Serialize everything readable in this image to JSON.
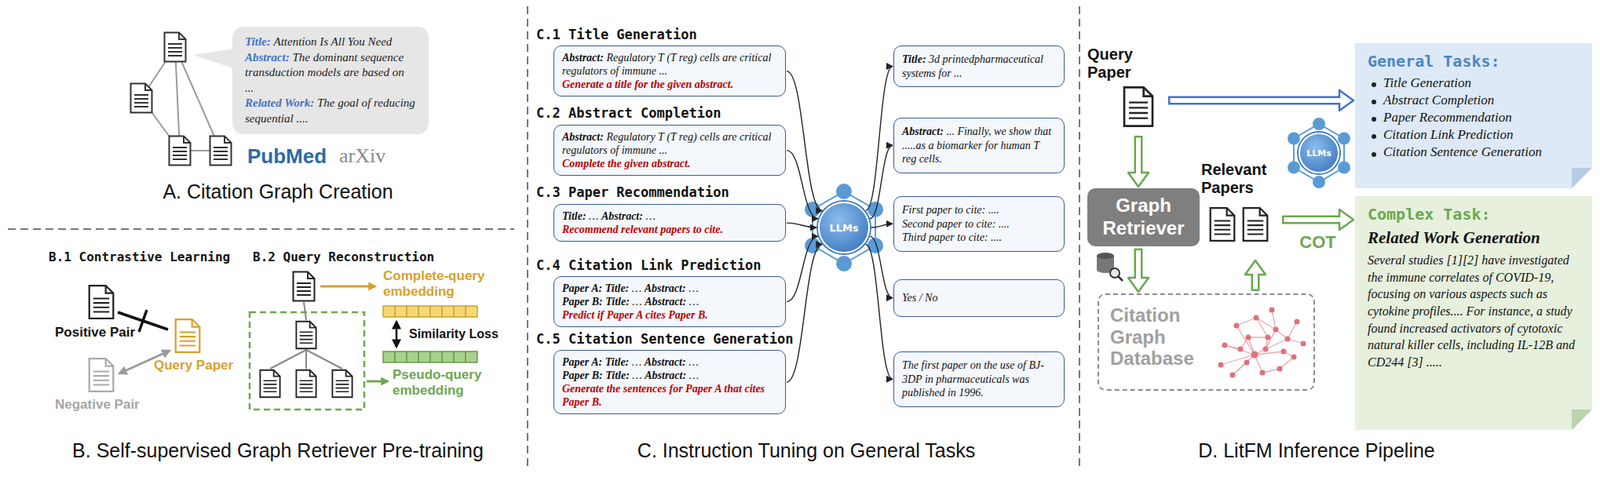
{
  "diagram": {
    "nodes": [
      {
        "text": [
          "Title:",
          "Attention Is All You Need",
          "Abstract:",
          "The dominant sequence transduction models are based on ...",
          "Related Work:",
          "The goal of reducing sequential ...."
        ]
      },
      {
        "text": [
          "Abstract:",
          "Regulatory T (T reg) cells are critical regulators of immune ...",
          "Generate a title for the given abstract."
        ]
      },
      {
        "text": [
          "Abstract:",
          "Regulatory T (T reg) cells are critical regulators of immune ...",
          "Complete the given abstract."
        ]
      },
      {
        "text": [
          "Title:",
          "…",
          "Abstract:",
          "…",
          "Recommend relevant papers to cite."
        ]
      },
      {
        "text": [
          "Paper A:",
          "Title:",
          "…",
          "Abstract:",
          "…",
          "Paper B:",
          "Title:",
          "…",
          "Abstract:",
          "…",
          "Predict if Paper A cites Paper B."
        ]
      },
      {
        "text": [
          "Paper A:",
          "Title:",
          "…",
          "Abstract:",
          "…",
          "Paper B:",
          "Title:",
          "…",
          "Abstract:",
          "…",
          "Generate the sentences for Paper A that cites Paper B."
        ]
      },
      {
        "text": [
          "LLMs"
        ]
      },
      {
        "text": [
          "Title:",
          "3d printedpharmaceutical systems for ..."
        ]
      },
      {
        "text": [
          "Abstract:",
          "... Finally, we show that .....as a biomarker for human T reg cells."
        ]
      },
      {
        "text": [
          "First paper to cite: ....",
          "Second paper to cite: ....",
          "Third paper to cite: ...."
        ]
      },
      {
        "text": [
          "Yes / No"
        ]
      },
      {
        "text": [
          "The first paper on the use of BJ-3DP in pharmaceuticals was published in 1996."
        ]
      },
      {
        "text": [
          "Query Paper"
        ]
      },
      {
        "text": [
          "General Tasks:",
          "Title Generation",
          "Abstract Completion",
          "Paper Recommendation",
          "Citation Link Prediction",
          "Citation Sentence Generation"
        ]
      },
      {
        "text": [
          "LLMs"
        ]
      },
      {
        "text": [
          "Graph Retriever"
        ]
      },
      {
        "text": [
          "Relevant Papers"
        ]
      },
      {
        "text": [
          "Citation Graph Database"
        ]
      },
      {
        "text": [
          "Complex Task:",
          "Related Work Generation",
          "Several studies [1][2] have investigated the immune correlates of COVID-19, focusing on various aspects such as cytokine profiles.... For instance, a study found increased activators of cytotoxic natural killer cells, including IL-12B and CD244 [3] ....."
        ]
      }
    ],
    "edges": [
      {
        "from": 1,
        "to": 6,
        "arrow": "to"
      },
      {
        "from": 2,
        "to": 6,
        "arrow": "to"
      },
      {
        "from": 3,
        "to": 6,
        "arrow": "to"
      },
      {
        "from": 4,
        "to": 6,
        "arrow": "to"
      },
      {
        "from": 5,
        "to": 6,
        "arrow": "to"
      },
      {
        "from": 6,
        "to": 7,
        "arrow": "to"
      },
      {
        "from": 6,
        "to": 8,
        "arrow": "to"
      },
      {
        "from": 6,
        "to": 9,
        "arrow": "to"
      },
      {
        "from": 6,
        "to": 10,
        "arrow": "to"
      },
      {
        "from": 6,
        "to": 11,
        "arrow": "to"
      },
      {
        "from": 12,
        "to": 13,
        "arrow": "to"
      },
      {
        "from": 12,
        "to": 15,
        "arrow": "to"
      },
      {
        "from": 15,
        "to": 17,
        "arrow": "to"
      },
      {
        "from": 17,
        "to": 16,
        "arrow": "to"
      },
      {
        "from": 16,
        "to": 18,
        "label": "COT",
        "arrow": "to"
      }
    ],
    "labels": [
      "PubMed",
      "arXiv",
      "A. Citation Graph Creation",
      "B.1 Contrastive Learning",
      "B.2 Query Reconstruction",
      "Positive Pair",
      "Negative Pair",
      "Query Paper",
      "Complete-query embedding",
      "Similarity Loss",
      "Pseudo-query embedding",
      "B. Self-supervised Graph Retriever Pre-training",
      "C.1 Title Generation",
      "C.2 Abstract Completion",
      "C.3 Paper Recommendation",
      "C.4 Citation Link Prediction",
      "C.5 Citation Sentence Generation",
      "C. Instruction Tuning on General Tasks",
      "D. LitFM Inference Pipeline"
    ]
  }
}
